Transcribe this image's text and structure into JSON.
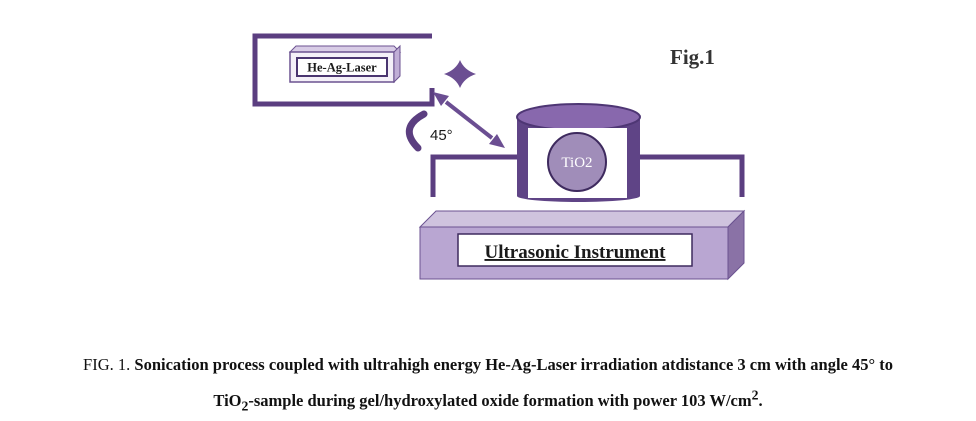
{
  "figure_label": "Fig.1",
  "laser_label": "He-Ag-Laser",
  "angle_label": "45°",
  "sample_label": "TiO2",
  "instrument_label": "Ultrasonic Instrument",
  "caption": {
    "prefix": "FIG. 1.",
    "line1": "Sonication process coupled with ultrahigh energy He-Ag-Laser irradiation atdistance 3 cm with angle 45° to",
    "line2_part1": "TiO",
    "line2_sub": "2",
    "line2_part2": "-sample during gel/hydroxylated oxide formation with power 103 W/cm",
    "line2_sup": "2",
    "line2_end": "."
  },
  "colors": {
    "dark_purple": "#5b3e80",
    "mid_purple": "#8a72a6",
    "light_purple": "#c9b8dd",
    "text": "#1a1a1a"
  }
}
